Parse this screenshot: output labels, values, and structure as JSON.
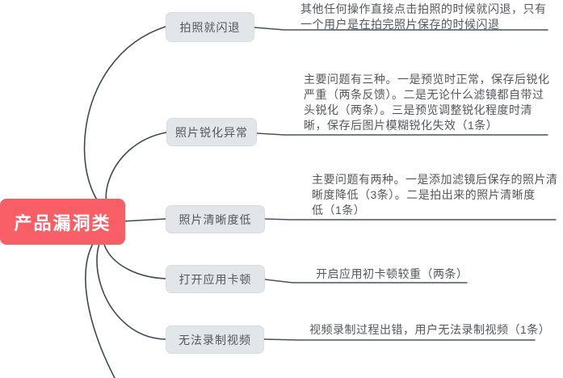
{
  "root": {
    "label": "产品漏洞类"
  },
  "branches": [
    {
      "label": "拍照就闪退",
      "note": [
        "其他任何操作直接点击拍照的时候就闪退，只有",
        "一个用户是在拍完照片保存的时候闪退"
      ]
    },
    {
      "label": "照片锐化异常",
      "note": [
        "主要问题有三种。一是预览时正常，保存后锐化",
        "严重（两条反馈）。二是无论什么滤镜都自带过",
        "头锐化（两条）。三是预览调整锐化程度时清",
        "晰，保存后图片模糊锐化失效（1条）"
      ]
    },
    {
      "label": "照片清晰度低",
      "note": [
        "主要问题有两种。一是添加滤镜后保存的照片清",
        "晰度降低（3条）。二是拍出来的照片清晰度",
        "低（1条）"
      ]
    },
    {
      "label": "打开应用卡顿",
      "note": [
        "开启应用初卡顿较重（两条）"
      ]
    },
    {
      "label": "无法录制视频",
      "note": [
        "视频录制过程出错，用户无法录制视频（1条）"
      ]
    }
  ],
  "colors": {
    "root_bg": "#f85e66",
    "root_text": "#ffffff",
    "branch_bg": "#e3e6e8",
    "branch_border": "#d8dcdf",
    "branch_text": "#50585e",
    "connector": "#3e4953",
    "note_text": "#54585c",
    "background": "#ffffff"
  }
}
